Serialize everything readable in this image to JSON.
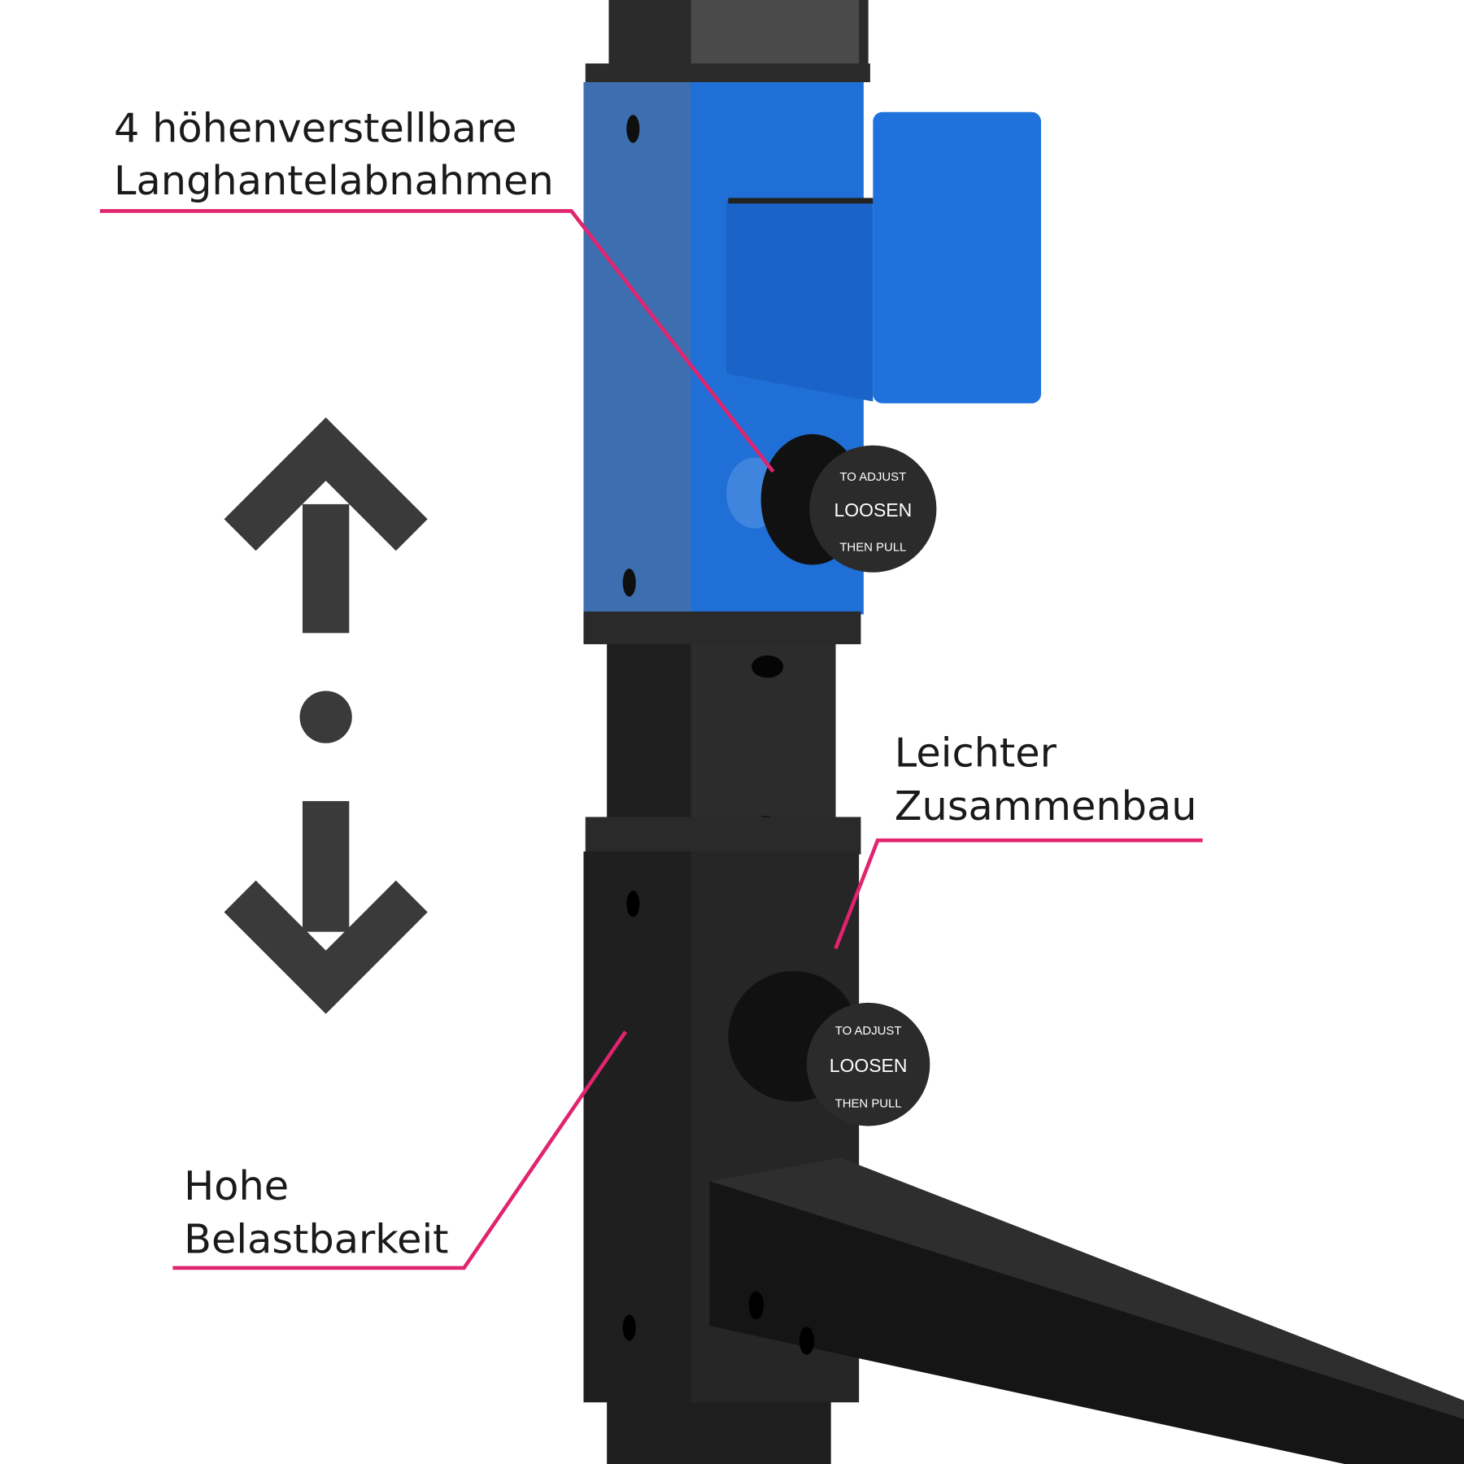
{
  "callouts": {
    "adjustable": {
      "line1": "4 höhenverstellbare",
      "line2": "Langhantelabnahmen"
    },
    "assembly": {
      "line1": "Leichter",
      "line2": "Zusammenbau"
    },
    "capacity": {
      "line1": "Hohe",
      "line2": "Belastbarkeit"
    }
  },
  "knob": {
    "top": "TO ADJUST",
    "center": "LOOSEN",
    "bottom": "THEN PULL"
  },
  "colors": {
    "accent": "#e0246e",
    "blue": "#1f6fd6",
    "frame": "#1c1c1c",
    "arrow": "#3a3a3a"
  },
  "icons": [
    "arrow-up-icon",
    "dot-icon",
    "arrow-down-icon"
  ]
}
